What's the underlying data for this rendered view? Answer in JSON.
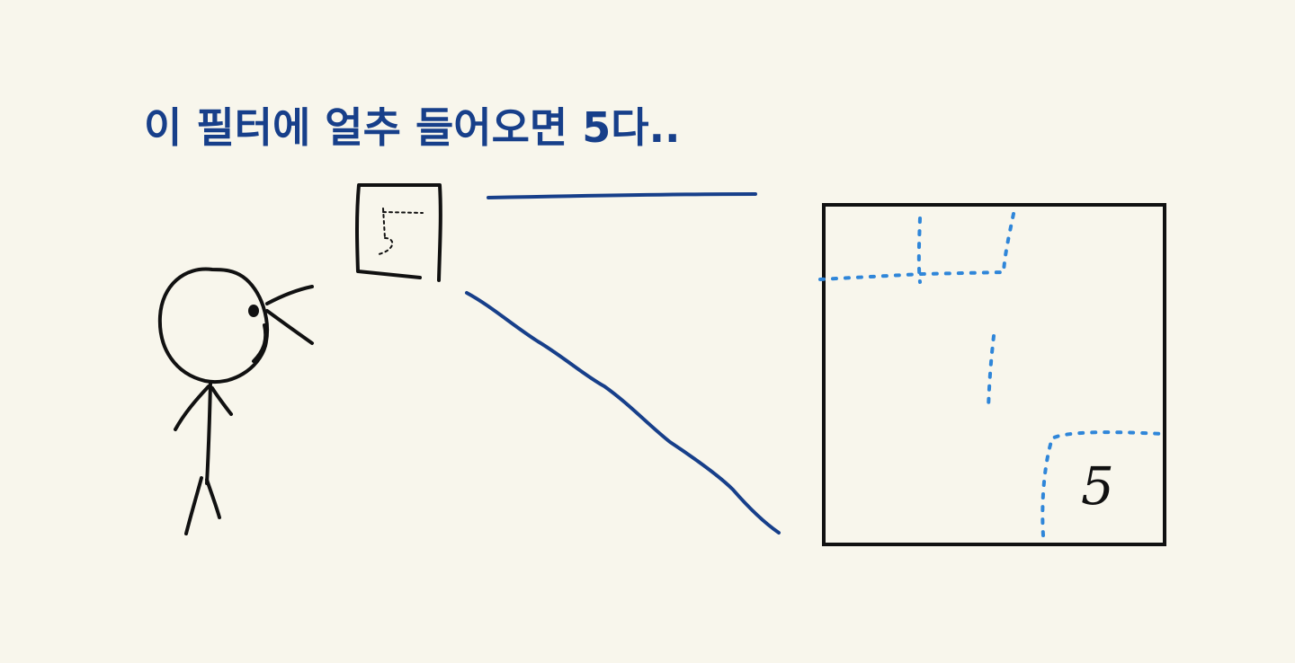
{
  "caption": "이 필터에 얼추 들어오면 5다..",
  "small_frame_digit": "5",
  "large_frame_digit": "5",
  "colors": {
    "background": "#f8f6ec",
    "ink": "#111111",
    "pen_blue": "#173f8a",
    "dotted_blue": "#2f86d9"
  },
  "icons": [
    "stick-figure-icon",
    "eye-icon"
  ]
}
